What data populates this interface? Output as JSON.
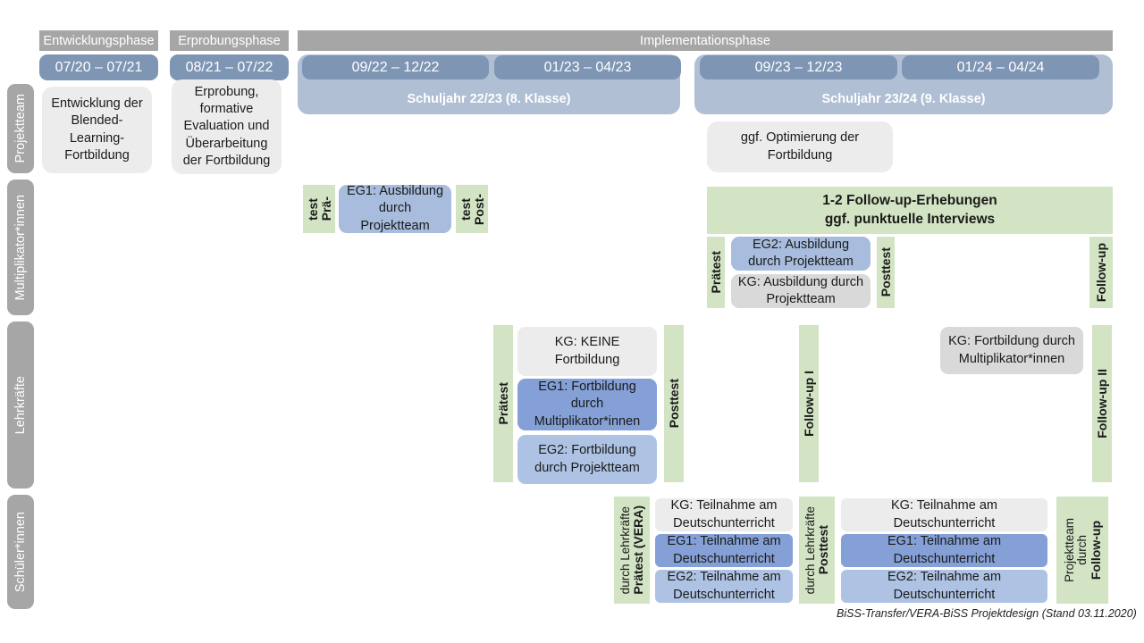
{
  "diagram": {
    "title_footer": "BiSS-Transfer/VERA-BiSS Projektdesign (Stand 03.11.2020)",
    "colors": {
      "grey_header": "#a6a6a6",
      "blue_date": "#7e95b4",
      "blue_year": "#b0bfd4",
      "grey_card": "#ececec",
      "grey_card_dark": "#d9d9d9",
      "blue_mid": "#a8bcdd",
      "blue_light": "#aec3e4",
      "blue_dark": "#84a0d6",
      "green": "#d3e4c4"
    }
  },
  "phases": [
    {
      "name": "Entwicklungsphase"
    },
    {
      "name": "Erprobungsphase"
    },
    {
      "name": "Implementationsphase"
    }
  ],
  "periods": [
    {
      "label": "07/20 – 07/21"
    },
    {
      "label": "08/21 – 07/22"
    },
    {
      "label": "09/22 – 12/22"
    },
    {
      "label": "01/23 – 04/23"
    },
    {
      "label": "09/23 – 12/23"
    },
    {
      "label": "01/24 – 04/24"
    }
  ],
  "school_years": [
    {
      "label": "Schuljahr 22/23 (8. Klasse)"
    },
    {
      "label": "Schuljahr 23/24 (9. Klasse)"
    }
  ],
  "row_labels": [
    {
      "label": "Projektteam"
    },
    {
      "label": "Multiplikator*innen"
    },
    {
      "label": "Lehrkräfte"
    },
    {
      "label": "Schüler*innen"
    }
  ],
  "projektteam_row": {
    "entwicklung": "Entwicklung der Blended-Learning-Fortbildung",
    "erprobung": "Erprobung, formative Evaluation und Überarbeitung der Fortbildung",
    "optimierung": "ggf. Optimierung der Fortbildung"
  },
  "multiplikator_row": {
    "praetest_short_l1": "Prä-",
    "praetest_short_l2": "test",
    "posttest_short_l1": "Post-",
    "posttest_short_l2": "test",
    "eg1_ausbildung": "EG1: Ausbildung durch Projektteam",
    "followup_band_l1": "1-2 Follow-up-Erhebungen",
    "followup_band_l2": "ggf. punktuelle Interviews",
    "praetest": "Prätest",
    "posttest": "Posttest",
    "followup": "Follow-up",
    "eg2_ausbildung": "EG2: Ausbildung durch Projektteam",
    "kg_ausbildung": "KG: Ausbildung durch Projektteam"
  },
  "lehrkraefte_row": {
    "praetest": "Prätest",
    "posttest": "Posttest",
    "followup_1": "Follow-up I",
    "followup_2": "Follow-up II",
    "kg_keine": "KG:  KEINE Fortbildung",
    "eg1_fortbildung": "EG1: Fortbildung durch Multiplikator*innen",
    "eg2_fortbildung": "EG2: Fortbildung durch Projektteam",
    "kg_fortbildung": "KG: Fortbildung durch Multiplikator*innen"
  },
  "schueler_row": {
    "praetest_vera": "Prätest (VERA)",
    "praetest_vera_sub": "durch Lehrkräfte",
    "posttest": "Posttest",
    "posttest_sub": "durch Lehrkräfte",
    "followup": "Follow-up",
    "followup_sub1": "durch",
    "followup_sub2": "Projektteam",
    "left_group": [
      {
        "label": "KG: Teilnahme am Deutschunterricht"
      },
      {
        "label": "EG1: Teilnahme am Deutschunterricht"
      },
      {
        "label": "EG2: Teilnahme am Deutschunterricht"
      }
    ],
    "right_group": [
      {
        "label": "KG: Teilnahme am Deutschunterricht"
      },
      {
        "label": "EG1: Teilnahme am Deutschunterricht"
      },
      {
        "label": "EG2: Teilnahme am Deutschunterricht"
      }
    ]
  }
}
